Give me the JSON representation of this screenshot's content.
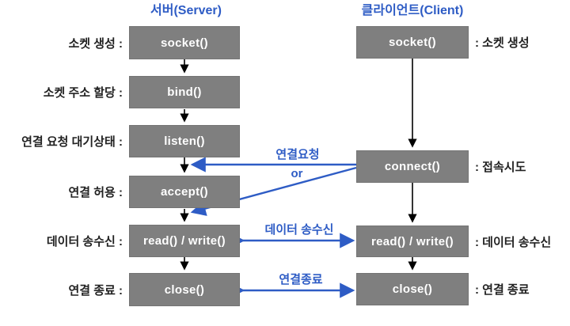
{
  "server": {
    "title": "서버(Server)",
    "rows": [
      {
        "label": "소켓 생성 :",
        "box": "socket()"
      },
      {
        "label": "소켓 주소 할당 :",
        "box": "bind()"
      },
      {
        "label": "연결 요청 대기상태 :",
        "box": "listen()"
      },
      {
        "label": "연결 허용 :",
        "box": "accept()"
      },
      {
        "label": "데이터 송수신 :",
        "box": "read() / write()"
      },
      {
        "label": "연결 종료 :",
        "box": "close()"
      }
    ]
  },
  "client": {
    "title": "클라이언트(Client)",
    "rows": [
      {
        "box": "socket()",
        "label": ": 소켓 생성"
      },
      {
        "box": "connect()",
        "label": ": 접속시도"
      },
      {
        "box": "read() / write()",
        "label": ": 데이터 송수신"
      },
      {
        "box": "close()",
        "label": ": 연결 종료"
      }
    ]
  },
  "annotations": {
    "connect_request": "연결요청",
    "or": "or",
    "data_transfer": "데이터 송수신",
    "close_connection": "연결종료"
  },
  "colors": {
    "box-gray": "#7f7f7f",
    "box-text": "#ffffff",
    "accent-blue": "#2e5cc5",
    "label-text": "#222222",
    "arrow-black": "#000000",
    "background": "#ffffff"
  }
}
